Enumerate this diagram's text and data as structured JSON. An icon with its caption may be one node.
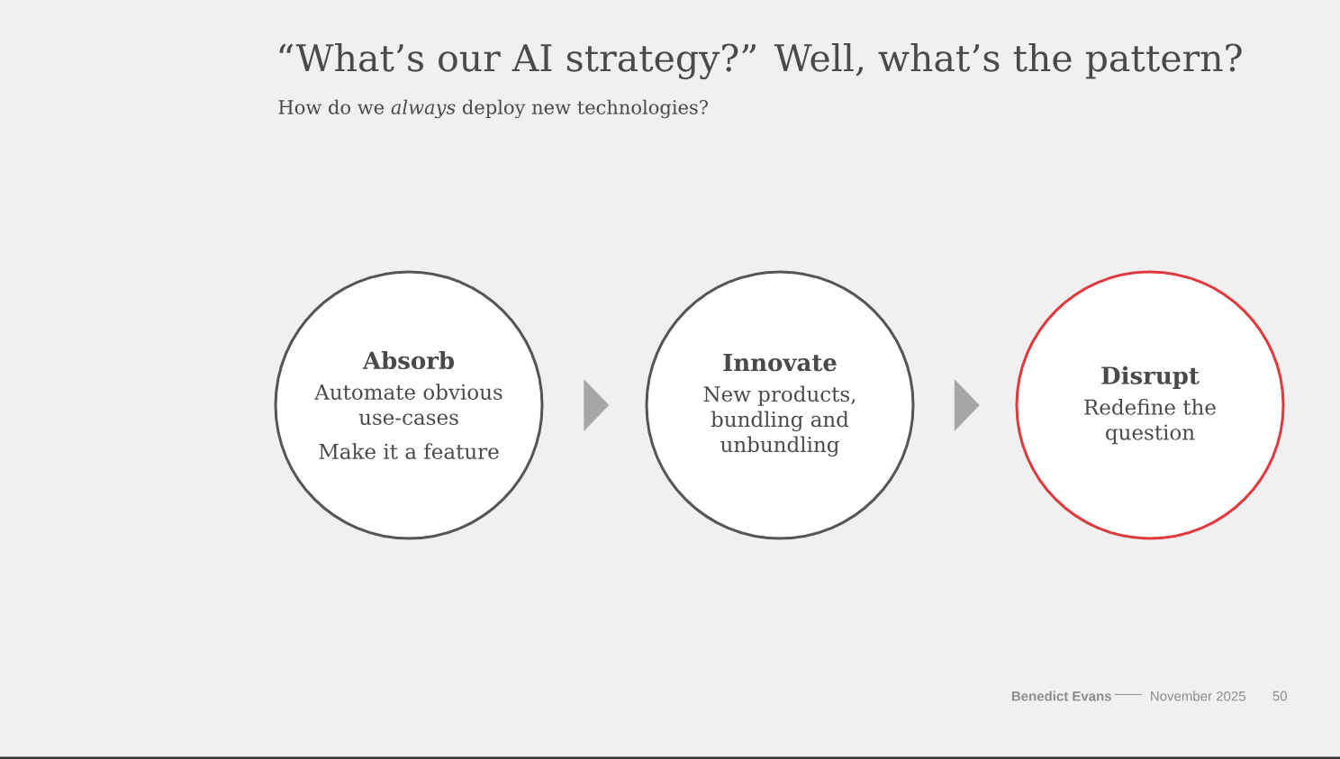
{
  "diagram": {
    "title": "“What’s our AI strategy?” Well, what’s the pattern?",
    "nodes": [
      {
        "text": [
          "Absorb",
          "Automate obvious use-cases",
          "Make it a feature"
        ]
      },
      {
        "text": [
          "Innovate",
          "New products, bundling and unbundling"
        ]
      },
      {
        "text": [
          "Disrupt",
          "Redefine the question"
        ]
      }
    ],
    "edges": [
      {
        "from": 0,
        "to": 1,
        "arrow": "to"
      },
      {
        "from": 1,
        "to": 2,
        "arrow": "to"
      }
    ],
    "labels": [
      "How do we *always* deploy new technologies?",
      "Benedict Evans",
      "——",
      "November 2025",
      "50"
    ]
  }
}
